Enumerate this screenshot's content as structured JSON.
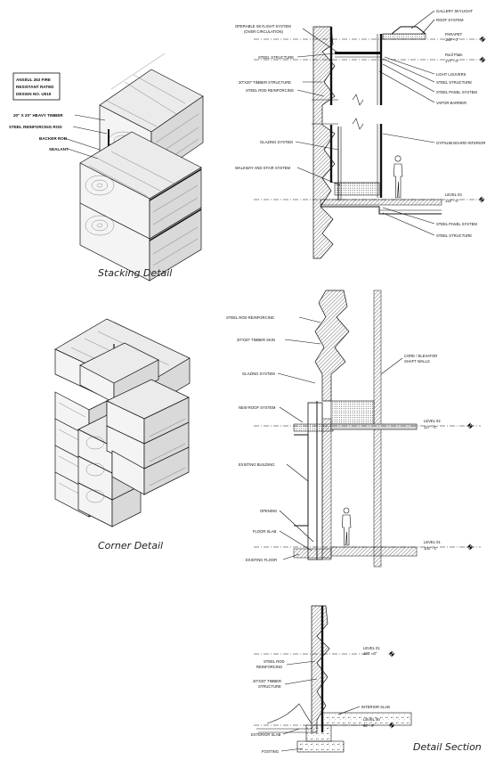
{
  "stacking_detail": {
    "caption": "Stacking Detail",
    "rating_box": [
      "ANSI/UL 263 FIRE",
      "RESISTANT RATED",
      "DESIGN NO. U519"
    ],
    "labels": [
      "20\" X 20\" HEAVY TIMBER",
      "STEEL REINFORCING ROD",
      "BACKER ROD",
      "SEALANT"
    ]
  },
  "corner_detail": {
    "caption": "Corner Detail"
  },
  "top_section": {
    "left_labels": [
      "OPERABLE SKYLIGHT SYSTEM",
      "(OVER CIRCULATION)",
      "STEEL STRUCTURE",
      "20\"X20\" TIMBER STRUCTURE",
      "STEEL ROD REINFORCING",
      "GLAZING SYSTEM",
      "WALKWAY AND STAIR SYSTEM"
    ],
    "right_labels": [
      "GALLERY SKYLIGHT",
      "ROOF SYSTEM",
      "PARAPET",
      "180' - 0\"",
      "Roof Plate",
      "177' - 0\"",
      "LIGHT LOUVERS",
      "STEEL STRUCTURE",
      "STEEL PANEL SYSTEM",
      "VAPOR BARRIER",
      "GYPSUM BOARD INTERIOR",
      "LEVEL 03",
      "142' - 0\"",
      "STEEL PANEL SYSTEM",
      "STEEL STRUCTURE"
    ]
  },
  "middle_section": {
    "left_labels": [
      "STEEL ROD REINFORCING",
      "20\"X20\" TIMBER SKIN",
      "GLAZING SYSTEM",
      "NEW ROOF SYSTEM",
      "EXISTING BUILDING",
      "OPENING",
      "FLOOR SLAB",
      "EXISTING FLOOR"
    ],
    "right_labels": [
      "CORE / ELEVATOR",
      "SHAFT WALLS",
      "LEVEL 02",
      "117' - 0\"",
      "LEVEL 01",
      "100' - 0\""
    ]
  },
  "bottom_section": {
    "left_labels": [
      "STEEL ROD",
      "REINFORCING",
      "20\"X20\" TIMBER",
      "STRUCTURE",
      "EXTERIOR SLAB",
      "FOOTING"
    ],
    "right_labels": [
      "LEVEL 01",
      "100' - 0\"",
      "INTERIOR SLAB",
      "LEVEL 00",
      "90' - 0\""
    ],
    "caption": "Detail Section"
  }
}
